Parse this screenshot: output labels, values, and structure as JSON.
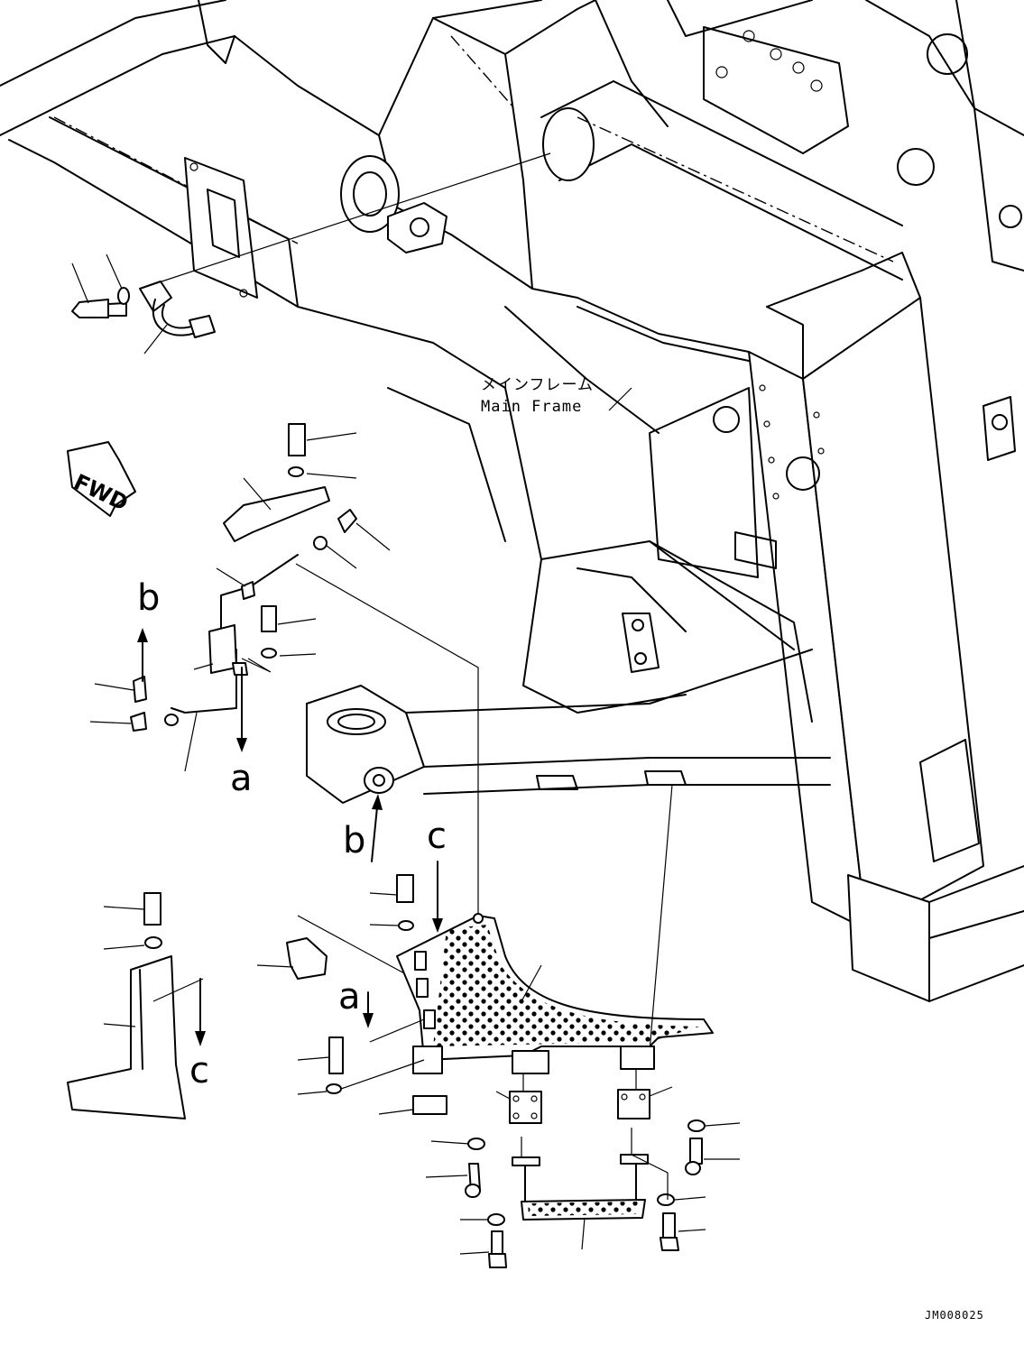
{
  "labels": {
    "main_frame_jp": "メインフレーム",
    "main_frame_en": "Main Frame",
    "fwd": "FWD",
    "drawing_code": "JM008025"
  },
  "callouts": {
    "a_top": "a",
    "a_bottom": "a",
    "b_top": "b",
    "b_bottom": "b",
    "c_top": "c",
    "c_bottom": "c"
  }
}
